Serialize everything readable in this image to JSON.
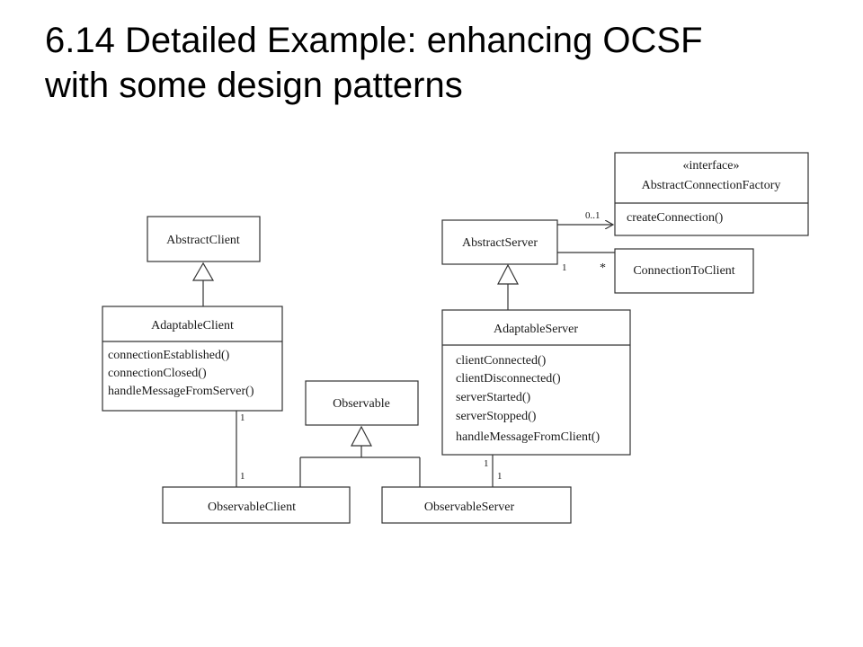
{
  "title": {
    "line1": "6.14 Detailed Example:  enhancing OCSF",
    "line2": "with some design patterns"
  },
  "classes": {
    "abstract_client": {
      "name": "AbstractClient"
    },
    "adaptable_client": {
      "name": "AdaptableClient",
      "methods": [
        "connectionEstablished()",
        "connectionClosed()",
        "handleMessageFromServer()"
      ]
    },
    "observable": {
      "name": "Observable"
    },
    "observable_client": {
      "name": "ObservableClient"
    },
    "observable_server": {
      "name": "ObservableServer"
    },
    "abstract_server": {
      "name": "AbstractServer"
    },
    "adaptable_server": {
      "name": "AdaptableServer",
      "methods": [
        "clientConnected()",
        "clientDisconnected()",
        "serverStarted()",
        "serverStopped()",
        "handleMessageFromClient()"
      ]
    },
    "connection_factory": {
      "stereotype": "«interface»",
      "name": "AbstractConnectionFactory",
      "methods": [
        "createConnection()"
      ]
    },
    "connection_to_client": {
      "name": "ConnectionToClient"
    }
  },
  "multiplicities": {
    "client_assoc_top": "1",
    "client_assoc_bottom": "1",
    "server_assoc_top": "1",
    "server_assoc_bottom": "1",
    "factory_assoc": "0..1",
    "conn_assoc_server": "1",
    "conn_assoc_client": "*"
  }
}
